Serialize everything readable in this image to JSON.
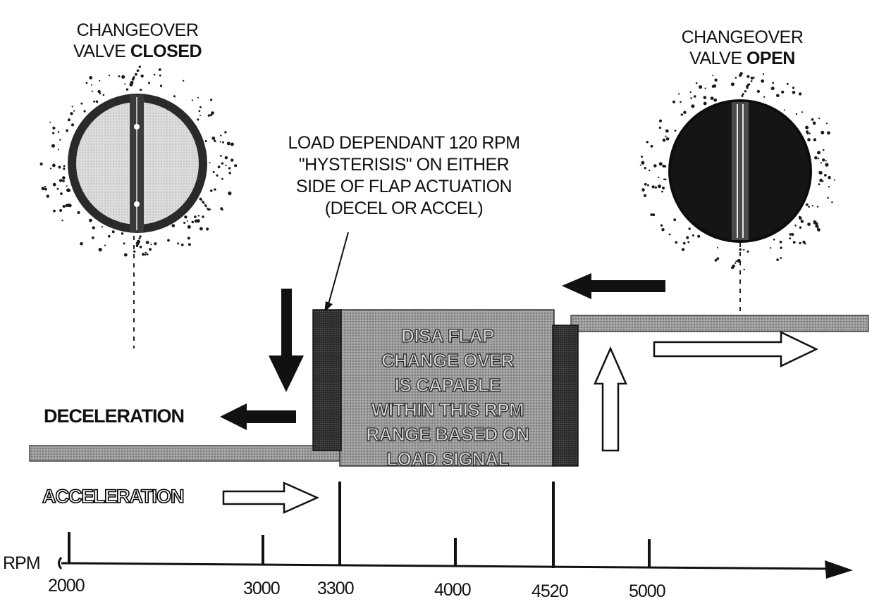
{
  "valve_closed": {
    "line1": "CHANGEOVER",
    "line2_prefix": "VALVE ",
    "line2_state": "CLOSED"
  },
  "valve_open": {
    "line1": "CHANGEOVER",
    "line2_prefix": "VALVE ",
    "line2_state": "OPEN"
  },
  "hysteresis_note": {
    "line1": "LOAD DEPENDANT 120 RPM",
    "line2": "\"HYSTERISIS\" ON EITHER",
    "line3": "SIDE OF FLAP ACTUATION",
    "line4": "(DECEL OR ACCEL)"
  },
  "band_label": {
    "line1": "DISA FLAP",
    "line2": "CHANGE OVER",
    "line3": "IS CAPABLE",
    "line4": "WITHIN THIS RPM",
    "line5": "RANGE BASED ON",
    "line6": "LOAD SIGNAL"
  },
  "deceleration_label": "DECELERATION",
  "acceleration_label": "ACCELERATION",
  "rpm_axis": {
    "label": "RPM",
    "ticks": [
      "2000",
      "3000",
      "3300",
      "4000",
      "4520",
      "5000"
    ]
  },
  "colors": {
    "band_fill": "#9a9a9a",
    "band_edge": "#2a2a2a",
    "valve_open_fill": "#1a1a1a",
    "valve_closed_fill": "#d6d6d6"
  }
}
